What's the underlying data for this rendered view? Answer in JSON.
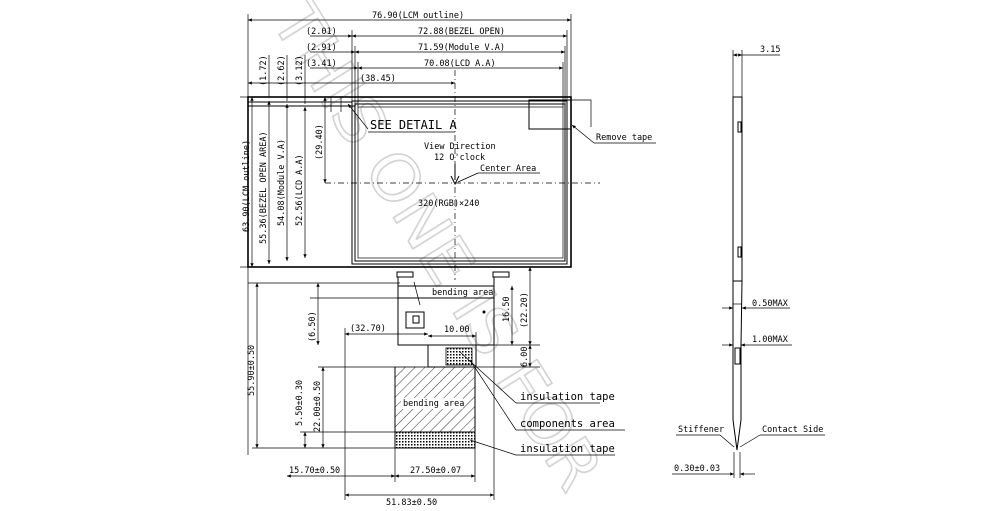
{
  "watermark": "THIS ONE IS FOR",
  "front_view": {
    "top_dims": {
      "lcm_outline": "76.90(LCM outline)",
      "bezel_open": "72.88(BEZEL OPEN)",
      "module_va": "71.59(Module V.A)",
      "lcd_aa": "70.08(LCD A.A)",
      "off_201": "(2.01)",
      "off_291": "(2.91)",
      "off_341": "(3.41)",
      "center_x": "(38.45)"
    },
    "left_dims": {
      "lcm_outline": "63.90(LCM outline)",
      "bezel_open": "55.36(BEZEL OPEN AREA)",
      "module_va": "54.08(Module V.A)",
      "lcd_aa": "52.56(LCD A.A)",
      "off_172": "(1.72)",
      "off_262": "(2.62)",
      "off_312": "(3.12)",
      "center_y": "(29.40)"
    },
    "see_detail": "SEE DETAIL A",
    "view_direction": "View Direction",
    "clock": "12 O'clock",
    "center_area": "Center Area",
    "resolution": "320(RGB)×240",
    "remove_tape": "Remove tape"
  },
  "fpc": {
    "bending_area_top": "bending area",
    "bending_area_mid": "bending area",
    "dim_650": "(6.50)",
    "dim_1650": "16.50",
    "dim_2220": "(22.20)",
    "dim_3270": "(32.70)",
    "dim_1000": "10.00",
    "dim_600": "6.00",
    "dim_5590": "55.90±0.50",
    "dim_550": "5.50±0.30",
    "dim_2200": "22.00±0.50",
    "dim_1570": "15.70±0.50",
    "dim_2750": "27.50±0.07",
    "dim_5183": "51.83±0.50",
    "insulation_tape_1": "insulation tape",
    "components_area": "components area",
    "insulation_tape_2": "insulation tape"
  },
  "side_view": {
    "thickness": "3.15",
    "max_050": "0.50MAX",
    "max_100": "1.00MAX",
    "stiffener": "Stiffener",
    "contact_side": "Contact Side",
    "stiffener_thk": "0.30±0.03"
  }
}
